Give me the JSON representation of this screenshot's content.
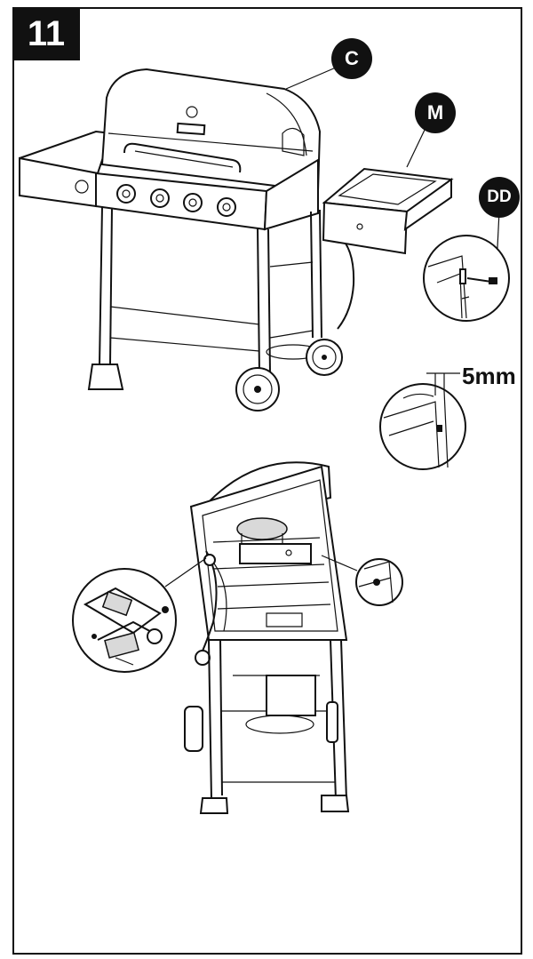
{
  "step": {
    "number": "11"
  },
  "callouts": {
    "lid": "C",
    "side_shelf": "M",
    "bolt": "DD"
  },
  "dimension": {
    "gap": "5mm"
  },
  "colors": {
    "ink": "#111111",
    "paper": "#ffffff",
    "fill_light": "#d9d9d9"
  }
}
